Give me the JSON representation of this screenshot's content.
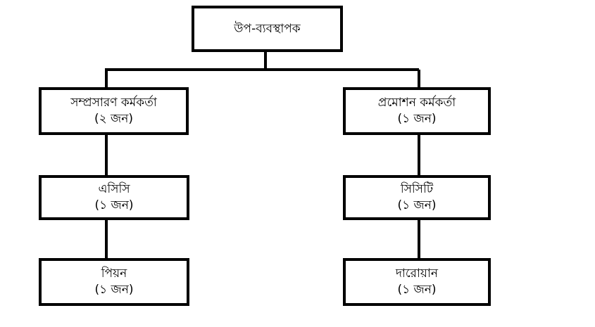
{
  "org_chart": {
    "root": {
      "title": "উপ-ব্যবস্থাপক"
    },
    "left_branch": [
      {
        "title": "সম্প্রসারণ কর্মকর্তা",
        "count": "(২ জন)"
      },
      {
        "title": "এসিসি",
        "count": "(১ জন)"
      },
      {
        "title": "পিয়ন",
        "count": "(১ জন)"
      }
    ],
    "right_branch": [
      {
        "title": "প্রমোশন কর্মকর্তা",
        "count": "(১ জন)"
      },
      {
        "title": "সিসিটি",
        "count": "(১ জন)"
      },
      {
        "title": "দারোয়ান",
        "count": "(১ জন)"
      }
    ]
  }
}
